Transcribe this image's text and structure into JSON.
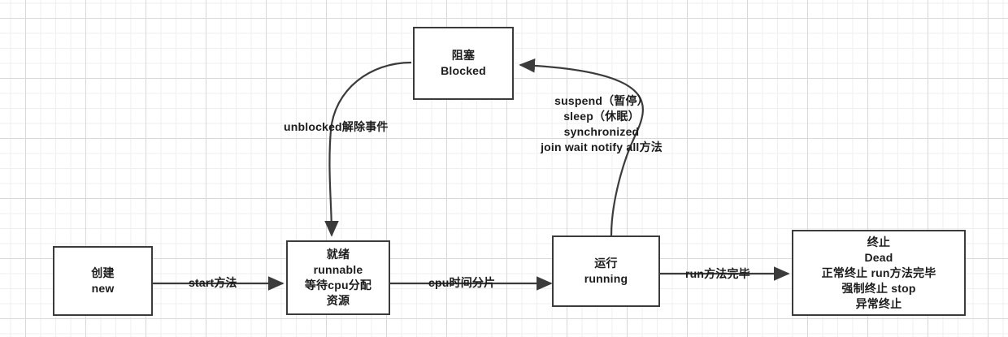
{
  "diagram": {
    "title": "Java thread lifecycle state diagram",
    "stroke_color": "#3b3b3b",
    "text_color": "#1c1c1c",
    "grid_minor_color": "#efefef",
    "grid_major_color": "#d9d9d9",
    "background_color": "#ffffff",
    "nodes": [
      {
        "id": "new",
        "lines": [
          "创建",
          "new"
        ]
      },
      {
        "id": "runnable",
        "lines": [
          "就绪",
          "runnable",
          "等待cpu分配",
          "资源"
        ]
      },
      {
        "id": "running",
        "lines": [
          "运行",
          "running"
        ]
      },
      {
        "id": "dead",
        "lines": [
          "终止",
          "Dead",
          "正常终止 run方法完毕",
          "强制终止 stop",
          "异常终止"
        ]
      },
      {
        "id": "blocked",
        "lines": [
          "阻塞",
          "Blocked"
        ]
      }
    ],
    "edges": [
      {
        "id": "new-to-runnable",
        "label": "start方法",
        "from": "new",
        "to": "runnable"
      },
      {
        "id": "runnable-to-running",
        "label": "cpu时间分片",
        "from": "runnable",
        "to": "running"
      },
      {
        "id": "running-to-dead",
        "label": "run方法完毕",
        "from": "running",
        "to": "dead"
      },
      {
        "id": "blocked-to-runnable",
        "label": "unblocked解除事件",
        "from": "blocked",
        "to": "runnable"
      },
      {
        "id": "running-to-blocked",
        "label_lines": [
          "suspend（暂停）",
          "sleep（休眠）",
          "synchronized",
          "join wait notify all方法"
        ],
        "from": "running",
        "to": "blocked"
      }
    ]
  }
}
